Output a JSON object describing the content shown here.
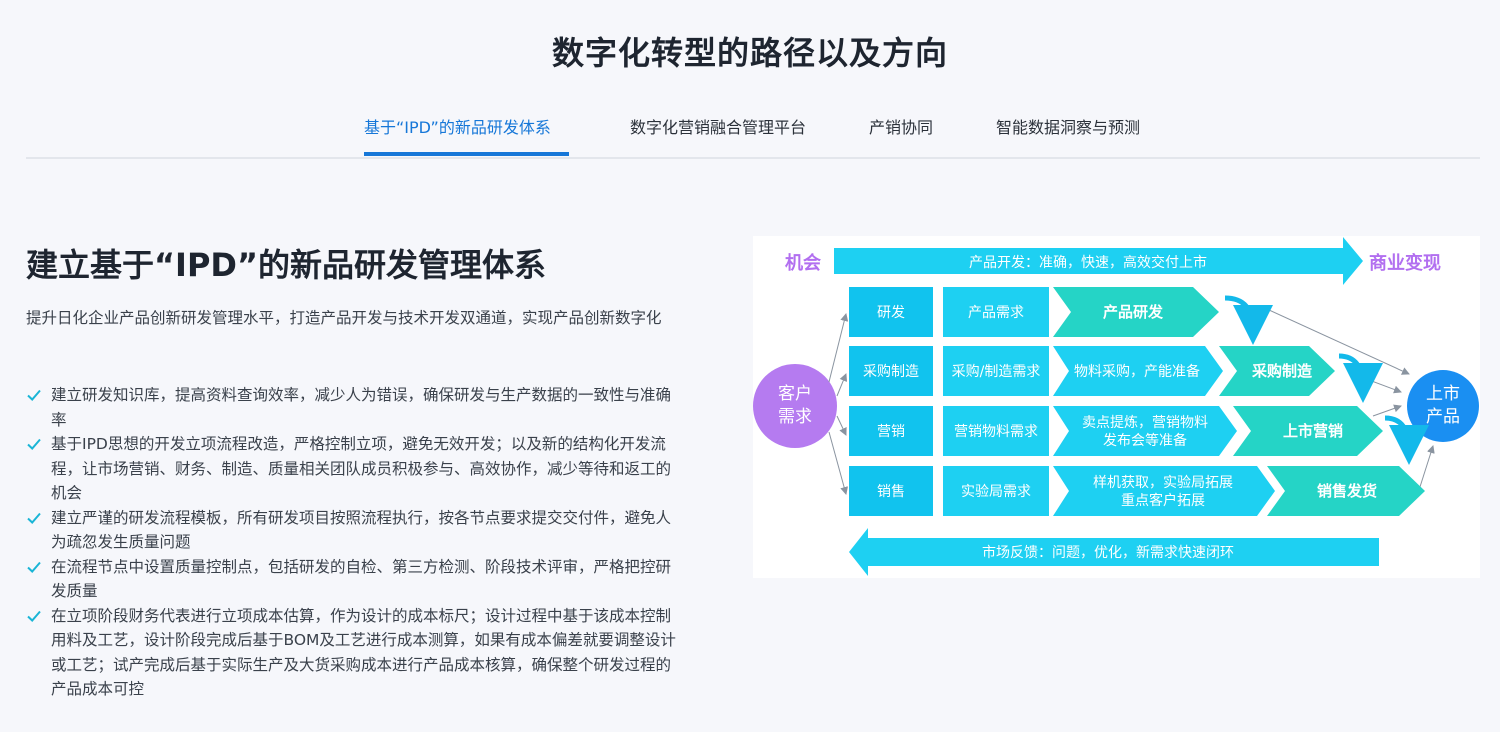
{
  "header": {
    "title": "数字化转型的路径以及方向"
  },
  "tabs": [
    {
      "label": "基于“IPD”的新品研发体系",
      "active": true
    },
    {
      "label": "数字化营销融合管理平台",
      "active": false
    },
    {
      "label": "产销协同",
      "active": false
    },
    {
      "label": "智能数据洞察与预测",
      "active": false
    }
  ],
  "section": {
    "title": "建立基于“IPD”的新品研发管理体系",
    "description": "提升日化企业产品创新研发管理水平，打造产品开发与技术开发双通道，实现产品创新数字化",
    "bullets": [
      "建立研发知识库，提高资料查询效率，减少人为错误，确保研发与生产数据的一致性与准确率",
      "基于IPD思想的开发立项流程改造，严格控制立项，避免无效开发；以及新的结构化开发流程，让市场营销、财务、制造、质量相关团队成员积极参与、高效协作，减少等待和返工的机会",
      "建立严谨的研发流程模板，所有研发项目按照流程执行，按各节点要求提交交付件，避免人为疏忽发生质量问题",
      "在流程节点中设置质量控制点，包括研发的自检、第三方检测、阶段技术评审，严格把控研发质量",
      "在立项阶段财务代表进行立项成本估算，作为设计的成本标尺；设计过程中基于该成本控制用料及工艺，设计阶段完成后基于BOM及工艺进行成本测算，如果有成本偏差就要调整设计或工艺；试产完成后基于实际生产及大货采购成本进行产品成本核算，确保整个研发过程的产品成本可控"
    ]
  },
  "diagram": {
    "opportunity": "机会",
    "monetization": "商业变现",
    "top_arrow": "产品开发：准确，快速，高效交付上市",
    "customer_line1": "客户",
    "customer_line2": "需求",
    "launch_line1": "上市",
    "launch_line2": "产品",
    "rows": [
      {
        "label": "研发",
        "need": "产品需求",
        "step": "产品研发",
        "step2": ""
      },
      {
        "label": "采购制造",
        "need": "采购/制造需求",
        "step": "物料采购，产能准备",
        "step2": "采购制造"
      },
      {
        "label": "营销",
        "need": "营销物料需求",
        "step_line1": "卖点提炼，营销物料",
        "step_line2": "发布会等准备",
        "step2": "上市营销"
      },
      {
        "label": "销售",
        "need": "实验局需求",
        "step_line1": "样机获取，实验局拓展",
        "step_line2": "重点客户拓展",
        "step2": "销售发货"
      }
    ],
    "bottom_arrow": "市场反馈：问题，优化，新需求快速闭环",
    "colors": {
      "cyan": "#1ed0f2",
      "teal": "#25d4c6",
      "purple": "#b57bf0",
      "blue": "#1a8ff2",
      "box": "#11c3ee"
    }
  }
}
